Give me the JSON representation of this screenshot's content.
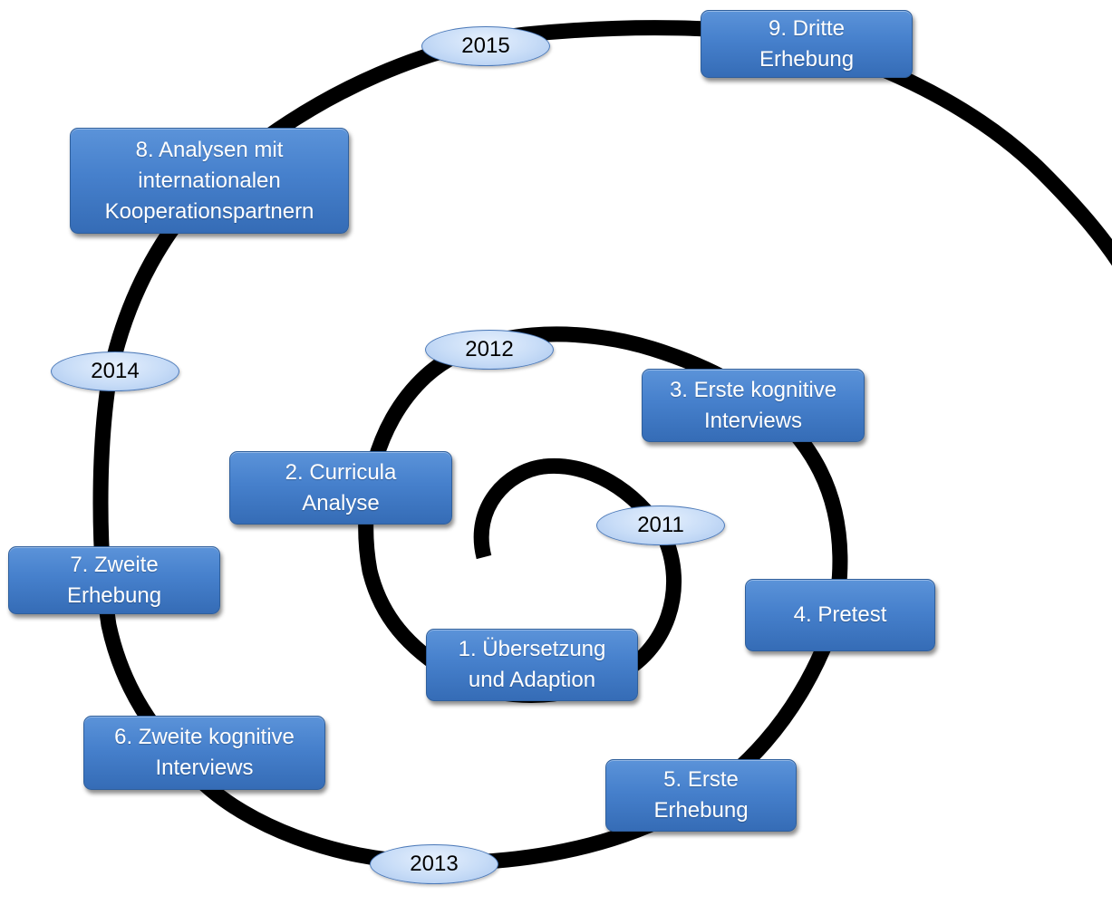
{
  "steps": [
    {
      "id": "uebersetzung",
      "lines": [
        "1. Übersetzung",
        "und Adaption"
      ]
    },
    {
      "id": "curricula",
      "lines": [
        "2. Curricula",
        "Analyse"
      ]
    },
    {
      "id": "erste-interviews",
      "lines": [
        "3. Erste kognitive",
        "Interviews"
      ]
    },
    {
      "id": "pretest",
      "lines": [
        "4. Pretest"
      ]
    },
    {
      "id": "erste-erhebung",
      "lines": [
        "5. Erste",
        "Erhebung"
      ]
    },
    {
      "id": "zweite-interviews",
      "lines": [
        "6. Zweite kognitive",
        "Interviews"
      ]
    },
    {
      "id": "zweite-erhebung",
      "lines": [
        "7. Zweite",
        "Erhebung"
      ]
    },
    {
      "id": "analysen",
      "lines": [
        "8. Analysen mit",
        "internationalen",
        "Kooperationspartnern"
      ]
    },
    {
      "id": "dritte-erhebung",
      "lines": [
        "9. Dritte",
        "Erhebung"
      ]
    }
  ],
  "years": {
    "y2011": "2011",
    "y2012": "2012",
    "y2013": "2013",
    "y2014": "2014",
    "y2015": "2015"
  },
  "colors": {
    "spiral": "#000000",
    "box_fill": "#4a82cc",
    "box_border": "#2f5f9c",
    "box_text": "#ffffff",
    "year_fill": "#c7dcf7",
    "year_border": "#4a78b8"
  }
}
